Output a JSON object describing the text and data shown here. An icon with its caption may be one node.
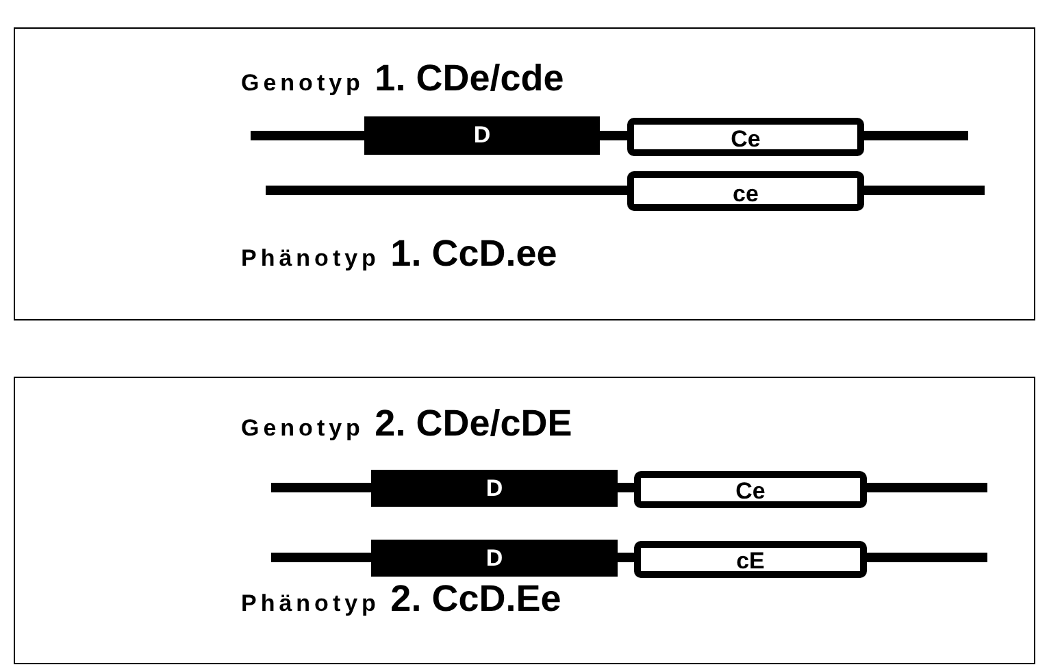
{
  "diagram": {
    "nodes": [
      {
        "text": [
          "Genotyp 1. CDe/cde",
          "Phänotyp 1. CcD.ee"
        ]
      },
      {
        "text": [
          "D"
        ],
        "in": 0
      },
      {
        "text": [
          "Ce"
        ],
        "in": 0
      },
      {
        "text": [
          "ce"
        ],
        "in": 0
      },
      {
        "text": [
          "Genotyp 2. CDe/cDE",
          "Phänotyp 2. CcD.Ee"
        ]
      },
      {
        "text": [
          "D"
        ],
        "in": 4
      },
      {
        "text": [
          "Ce"
        ],
        "in": 4
      },
      {
        "text": [
          "D"
        ],
        "in": 4
      },
      {
        "text": [
          "cE"
        ],
        "in": 4
      }
    ]
  }
}
